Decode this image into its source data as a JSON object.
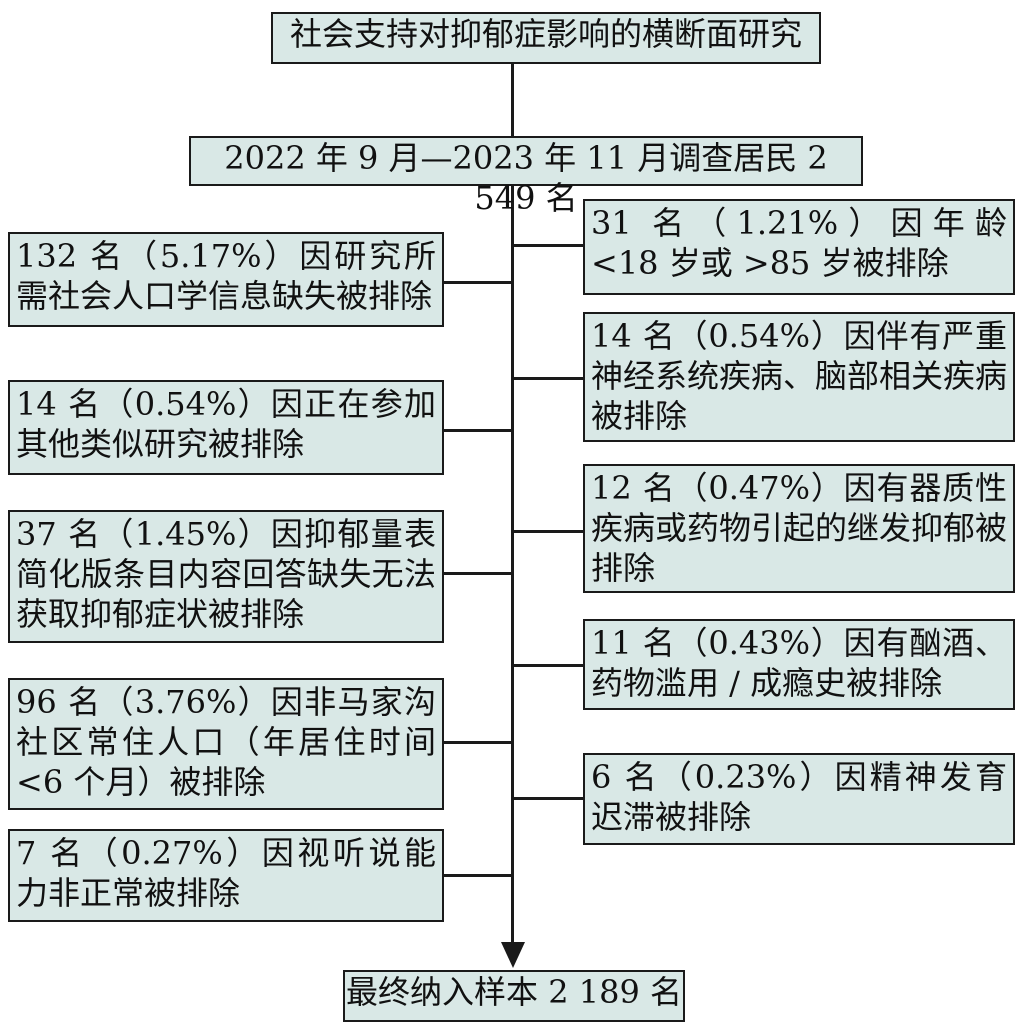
{
  "title": "社会支持对抑郁症影响的横断面研究",
  "survey": "2022 年 9 月—2023 年 11 月调查居民 2 549 名",
  "final": "最终纳入样本 2 189 名",
  "left_exclusions": [
    "132 名（5.17%）因研究所需社会人口学信息缺失被排除",
    "14 名（0.54%）因正在参加其他类似研究被排除",
    "37 名（1.45%）因抑郁量表简化版条目内容回答缺失无法获取抑郁症状被排除",
    "96 名（3.76%）因非马家沟社区常住人口（年居住时间<6 个月）被排除",
    "7 名（0.27%）因视听说能力非正常被排除"
  ],
  "right_exclusions": [
    "31 名（1.21%）因年龄 <18 岁或 >85 岁被排除",
    "14 名（0.54%）因伴有严重神经系统疾病、脑部相关疾病被排除",
    "12 名（0.47%）因有器质性疾病或药物引起的继发抑郁被排除",
    "11 名（0.43%）因有酗酒、药物滥用 / 成瘾史被排除",
    "6 名（0.23%）因精神发育迟滞被排除"
  ],
  "colors": {
    "box_fill": "#d9e8e6",
    "line": "#1a1a1a"
  }
}
